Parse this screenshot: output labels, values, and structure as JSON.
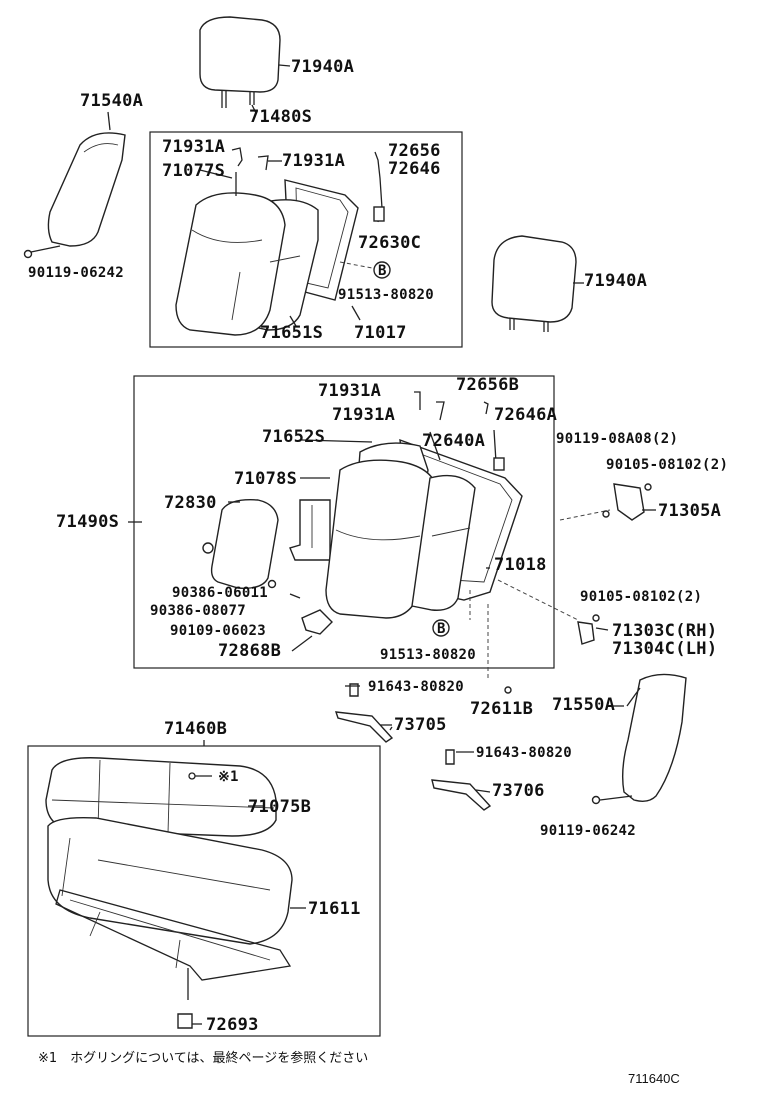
{
  "labels": {
    "p71940A_top": "71940A",
    "p71480S": "71480S",
    "p71540A": "71540A",
    "p71931A_a": "71931A",
    "p71931A_b": "71931A",
    "p72656": "72656",
    "p72646": "72646",
    "p71077S": "71077S",
    "p72630C": "72630C",
    "p90119_06242_l": "90119-06242",
    "p91513_80820_a": "91513-80820",
    "p71940A_r": "71940A",
    "p71651S": "71651S",
    "p71017": "71017",
    "p71931A_c": "71931A",
    "p72656B": "72656B",
    "p71931A_d": "71931A",
    "p72646A": "72646A",
    "p71652S": "71652S",
    "p72640A": "72640A",
    "p90119_08A08": "90119-08A08(2)",
    "p90105_08102_a": "90105-08102(2)",
    "p71078S": "71078S",
    "p71305A": "71305A",
    "p72830": "72830",
    "p71490S": "71490S",
    "p71018": "71018",
    "p90386_06011": "90386-06011",
    "p90386_08077": "90386-08077",
    "p90105_08102_b": "90105-08102(2)",
    "p90109_06023": "90109-06023",
    "p71303C": "71303C(RH)",
    "p72868B": "72868B",
    "p71304C": "71304C(LH)",
    "p91513_80820_b": "91513-80820",
    "p91643_80820_a": "91643-80820",
    "p72611B": "72611B",
    "p71550A": "71550A",
    "p71460B": "71460B",
    "p73705": "73705",
    "p91643_80820_b": "91643-80820",
    "p_note_mark": "※1",
    "p71075B": "71075B",
    "p73706": "73706",
    "p90119_06242_r": "90119-06242",
    "p71611": "71611",
    "p72693": "72693",
    "callout_b1": "B",
    "callout_b2": "B"
  },
  "footnote": "※1　ホグリングについては、最終ページを参照ください",
  "drawing_code": "711640C"
}
